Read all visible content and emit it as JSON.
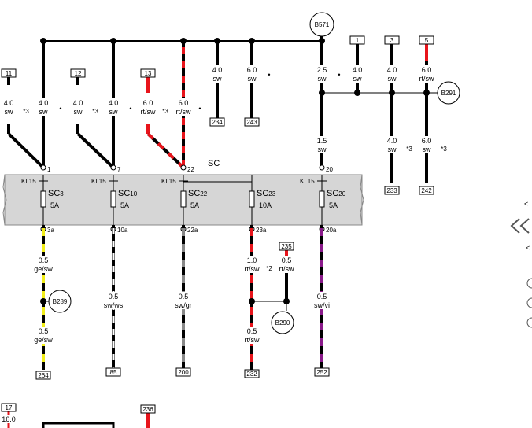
{
  "colors": {
    "black": "#000000",
    "red": "#e8141b",
    "yellow": "#f2ee1a",
    "white": "#ffffff",
    "gray": "#888888",
    "violet": "#8a1a8a",
    "fusebox": "#d6d6d6"
  },
  "fusebox_label": "SC",
  "connectors": {
    "b571": "B571",
    "b291": "B291",
    "b289": "B289",
    "b290": "B290",
    "box_11": "11",
    "box_12": "12",
    "box_13": "13",
    "box_1": "1",
    "box_3": "3",
    "box_5": "5",
    "box_17": "17",
    "box_236": "236",
    "box_234": "234",
    "box_243": "243",
    "box_233": "233",
    "box_242": "242",
    "box_264": "264",
    "box_85": "85",
    "box_200": "200",
    "box_232": "232",
    "box_235": "235",
    "box_252": "252"
  },
  "wires": {
    "w11": {
      "size": "4.0",
      "color": "sw",
      "note": "*3"
    },
    "w_sc3_top": {
      "size": "4.0",
      "color": "sw"
    },
    "w12": {
      "size": "4.0",
      "color": "sw",
      "note": "*3"
    },
    "w_sc10_top": {
      "size": "4.0",
      "color": "sw"
    },
    "w13": {
      "size": "6.0",
      "color": "rt/sw",
      "note": "*3"
    },
    "w_sc22_top": {
      "size": "6.0",
      "color": "rt/sw"
    },
    "w234": {
      "size": "4.0",
      "color": "sw"
    },
    "w243": {
      "size": "6.0",
      "color": "sw"
    },
    "w_b571": {
      "size": "2.5",
      "color": "sw"
    },
    "w1": {
      "size": "4.0",
      "color": "sw"
    },
    "w3": {
      "size": "4.0",
      "color": "sw"
    },
    "w5": {
      "size": "6.0",
      "color": "rt/sw"
    },
    "w_sc20_top": {
      "size": "1.5",
      "color": "sw"
    },
    "w233": {
      "size": "4.0",
      "color": "sw",
      "note": "*3"
    },
    "w242": {
      "size": "6.0",
      "color": "sw",
      "note": "*3"
    },
    "w_sc3_a": {
      "size": "0.5",
      "color": "ge/sw"
    },
    "w_sc3_b": {
      "size": "0.5",
      "color": "ge/sw"
    },
    "w_sc10": {
      "size": "0.5",
      "color": "sw/ws"
    },
    "w_sc22": {
      "size": "0.5",
      "color": "sw/gr"
    },
    "w_sc23_a": {
      "size": "1.0",
      "color": "rt/sw",
      "note": "*2"
    },
    "w235": {
      "size": "0.5",
      "color": "rt/sw"
    },
    "w_sc23_b": {
      "size": "0.5",
      "color": "rt/sw"
    },
    "w_sc20": {
      "size": "0.5",
      "color": "sw/vi"
    },
    "w17": {
      "size": "16.0"
    }
  },
  "fuses": [
    {
      "name": "SC",
      "sub": "3",
      "amps": "5A",
      "pin_in": "1",
      "pin_out": "3a",
      "kl": "KL15"
    },
    {
      "name": "SC",
      "sub": "10",
      "amps": "5A",
      "pin_in": "7",
      "pin_out": "10a",
      "kl": "KL15"
    },
    {
      "name": "SC",
      "sub": "22",
      "amps": "5A",
      "pin_in": "22",
      "pin_out": "22a",
      "kl": "KL15"
    },
    {
      "name": "SC",
      "sub": "23",
      "amps": "10A",
      "pin_out": "23a"
    },
    {
      "name": "SC",
      "sub": "20",
      "amps": "5A",
      "pin_in": "20",
      "pin_out": "20a",
      "kl": "KL15"
    }
  ],
  "dots": [
    "•",
    "•",
    "•",
    "•",
    "•"
  ]
}
